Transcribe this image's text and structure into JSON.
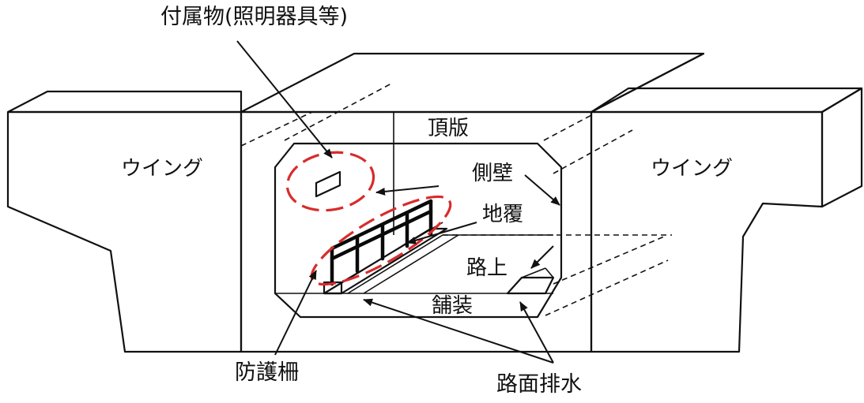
{
  "labels": {
    "accessories": "付属物(照明器具等)",
    "top_slab": "頂版",
    "wing_left": "ウイング",
    "wing_right": "ウイング",
    "side_wall": "側壁",
    "curb": "地覆",
    "road_surface": "路上",
    "pavement": "舗装",
    "guard_fence": "防護柵",
    "road_drainage": "路面排水"
  },
  "colors": {
    "line": "#111111",
    "highlight": "#d92b2b",
    "background": "#ffffff"
  }
}
